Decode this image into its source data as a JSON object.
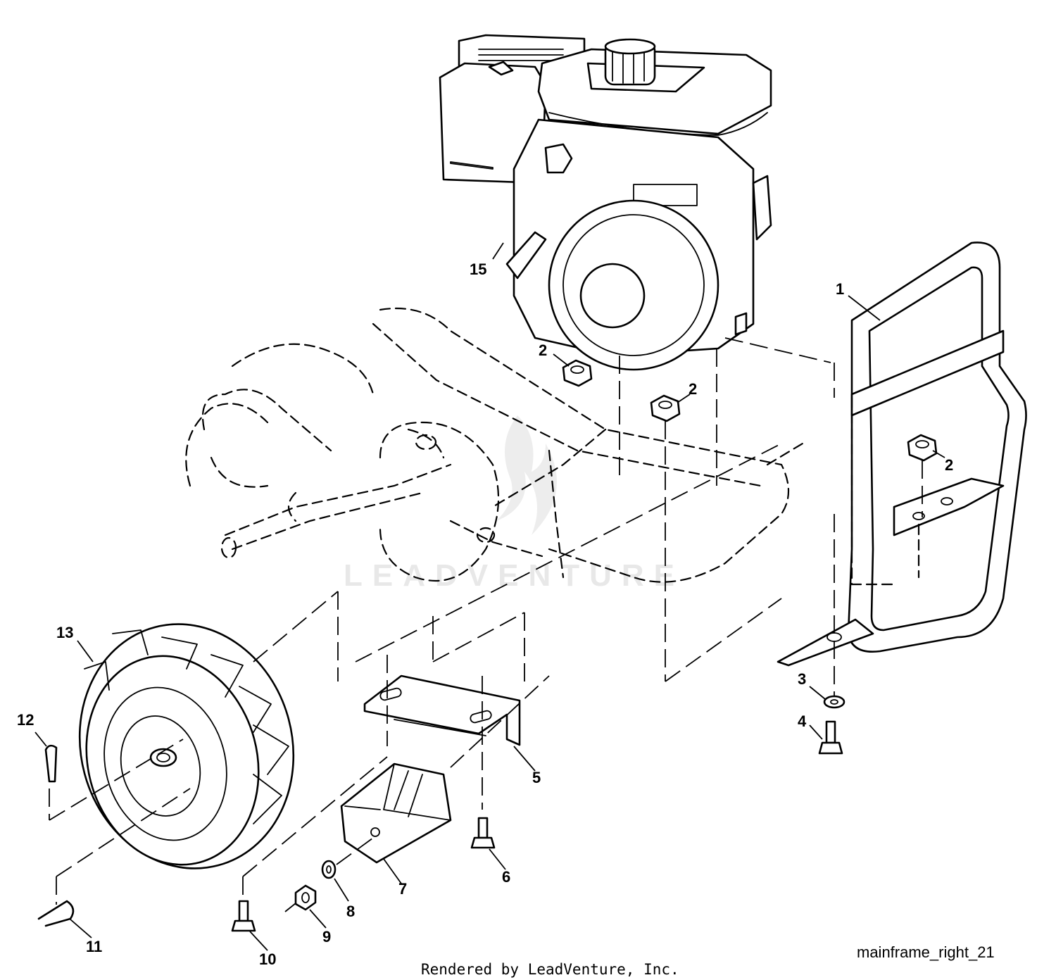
{
  "watermark": "LEADVENTURE",
  "parts": {
    "p1": "1",
    "p2a": "2",
    "p2b": "2",
    "p2c": "2",
    "p3": "3",
    "p4": "4",
    "p5": "5",
    "p6": "6",
    "p7": "7",
    "p8": "8",
    "p9": "9",
    "p10": "10",
    "p11": "11",
    "p12": "12",
    "p13": "13",
    "p15": "15"
  },
  "footer": {
    "rendered_by": "Rendered by LeadVenture, Inc.",
    "diagram_id": "mainframe_right_21"
  }
}
